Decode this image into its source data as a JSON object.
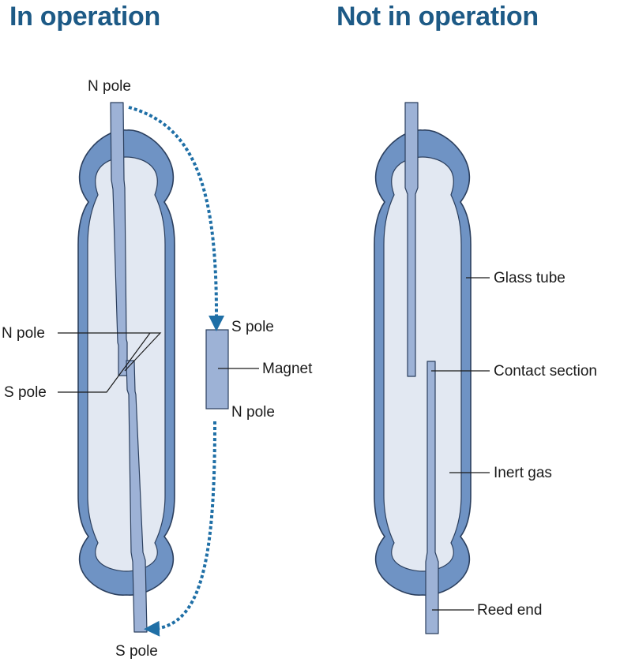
{
  "titles": {
    "left": "In operation",
    "right": "Not in operation"
  },
  "left_labels": {
    "top_n_pole": "N pole",
    "bottom_s_pole": "S pole",
    "contact_n_pole": "N pole",
    "contact_s_pole": "S pole",
    "magnet_s_pole": "S pole",
    "magnet": "Magnet",
    "magnet_n_pole": "N pole"
  },
  "right_labels": {
    "glass_tube": "Glass tube",
    "contact_section": "Contact section",
    "inert_gas": "Inert gas",
    "reed_end": "Reed end"
  },
  "colors": {
    "title": "#1d5a86",
    "glass": "#6f93c4",
    "glass_stroke": "#2b3f5e",
    "gas": "#e2e8f2",
    "reed": "#9db2d6",
    "magnet": "#9db2d6",
    "flux_arrow": "#1f6fa6",
    "leader_line": "#1b1b1b"
  }
}
